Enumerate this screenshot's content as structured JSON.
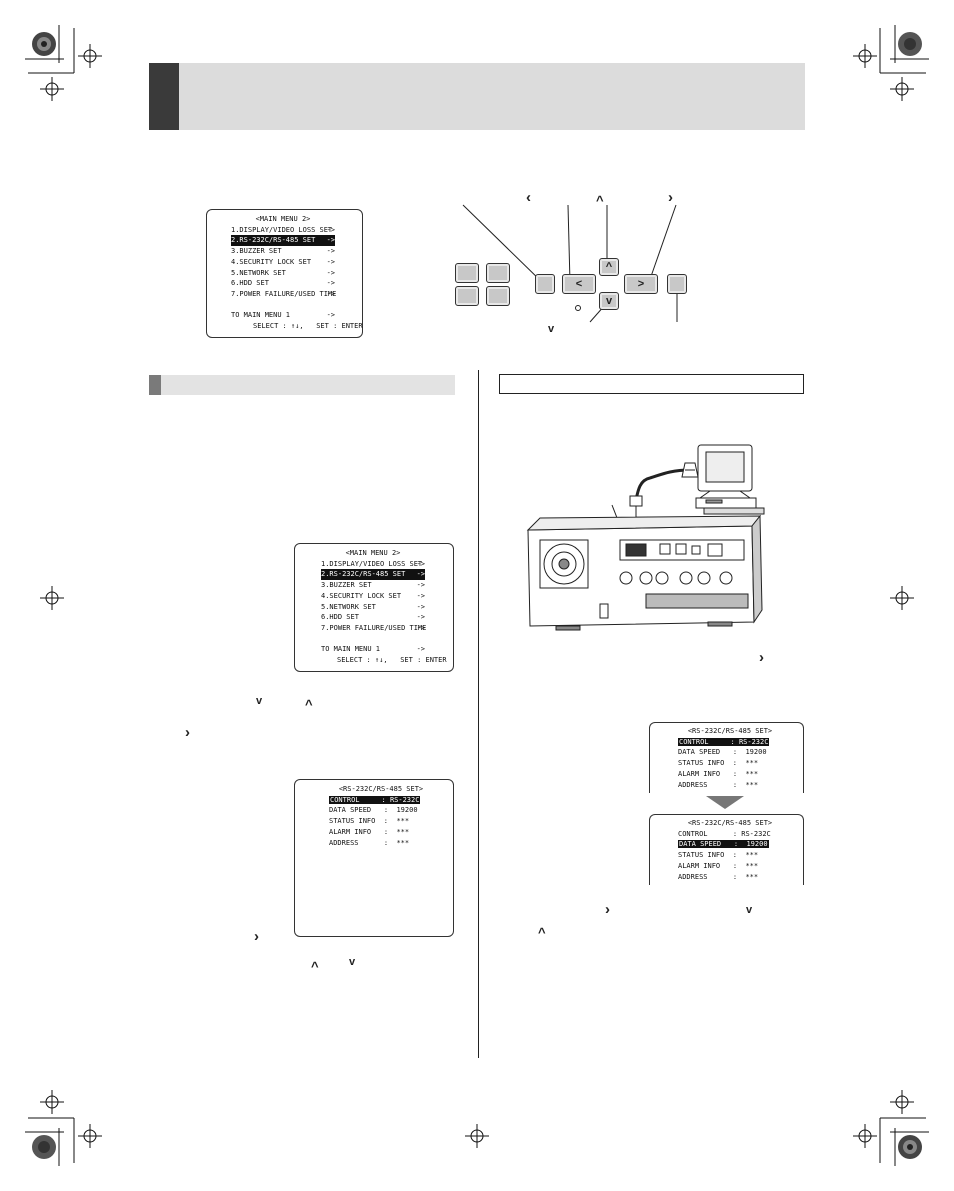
{
  "menu2": {
    "title": "<MAIN MENU 2>",
    "items": [
      {
        "label": "1.DISPLAY/VIDEO LOSS SET",
        "arrow": "->"
      },
      {
        "label": "2.RS-232C/RS-485 SET",
        "arrow": "->"
      },
      {
        "label": "3.BUZZER SET",
        "arrow": "->"
      },
      {
        "label": "4.SECURITY LOCK SET",
        "arrow": "->"
      },
      {
        "label": "5.NETWORK SET",
        "arrow": "->"
      },
      {
        "label": "6.HDD SET",
        "arrow": "->"
      },
      {
        "label": "7.POWER FAILURE/USED TIME",
        "arrow": "->"
      }
    ],
    "back": {
      "label": "TO MAIN MENU 1",
      "arrow": "->"
    },
    "footer": "SELECT : ↑↓,   SET : ENTER"
  },
  "rs_menu": {
    "title": "<RS-232C/RS-485 SET>",
    "rows": [
      {
        "label": "CONTROL",
        "sep": ":",
        "value": "RS-232C"
      },
      {
        "label": "DATA SPEED",
        "sep": ":",
        "value": "19200"
      },
      {
        "label": "STATUS INFO",
        "sep": ":",
        "value": "***"
      },
      {
        "label": "ALARM INFO",
        "sep": ":",
        "value": "***"
      },
      {
        "label": "ADDRESS",
        "sep": ":",
        "value": "***"
      }
    ]
  },
  "glyphs": {
    "left": "‹",
    "up": "^",
    "right": "›",
    "down": "v",
    "panel_left": "<",
    "panel_right": ">",
    "panel_up": "^",
    "panel_down": "v"
  }
}
